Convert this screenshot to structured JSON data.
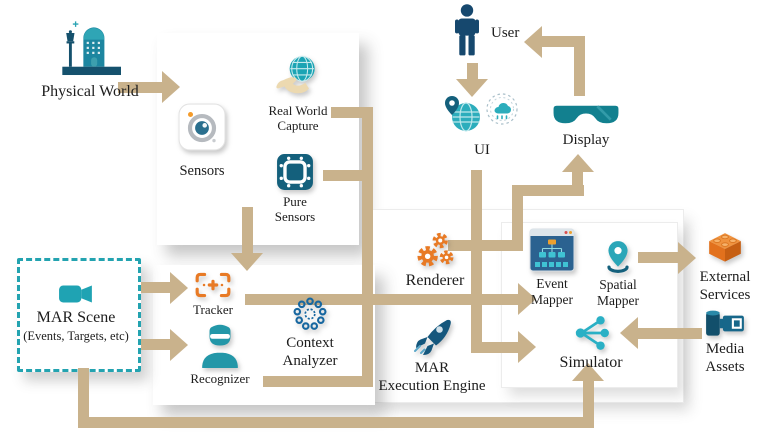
{
  "title": "MAR (Mixed and Augmented Reality) system architecture diagram",
  "colors": {
    "connector": "#c9b28c",
    "teal": "#1fa2b2",
    "dark_teal": "#14607c",
    "navy": "#16486e",
    "orange": "#e87a25",
    "scene_border": "#23a3b0",
    "text": "#1d1d1d"
  },
  "nodes": {
    "physical_world": {
      "label": "Physical World"
    },
    "sensors": {
      "label": "Sensors"
    },
    "real_world_capture": {
      "label": "Real World\nCapture"
    },
    "pure_sensors": {
      "label": "Pure\nSensors"
    },
    "user": {
      "label": "User"
    },
    "ui": {
      "label": "UI"
    },
    "display": {
      "label": "Display"
    },
    "renderer": {
      "label": "Renderer"
    },
    "mar_execution_engine": {
      "label": "MAR\nExecution Engine"
    },
    "event_mapper": {
      "label": "Event\nMapper"
    },
    "spatial_mapper": {
      "label": "Spatial\nMapper"
    },
    "simulator": {
      "label": "Simulator"
    },
    "external_services": {
      "label": "External\nServices"
    },
    "media_assets": {
      "label": "Media\nAssets"
    },
    "mar_scene": {
      "label": "MAR Scene",
      "sublabel": "(Events, Targets, etc)"
    },
    "tracker": {
      "label": "Tracker"
    },
    "recognizer": {
      "label": "Recognizer"
    },
    "context_analyzer": {
      "label": "Context\nAnalyzer"
    }
  }
}
